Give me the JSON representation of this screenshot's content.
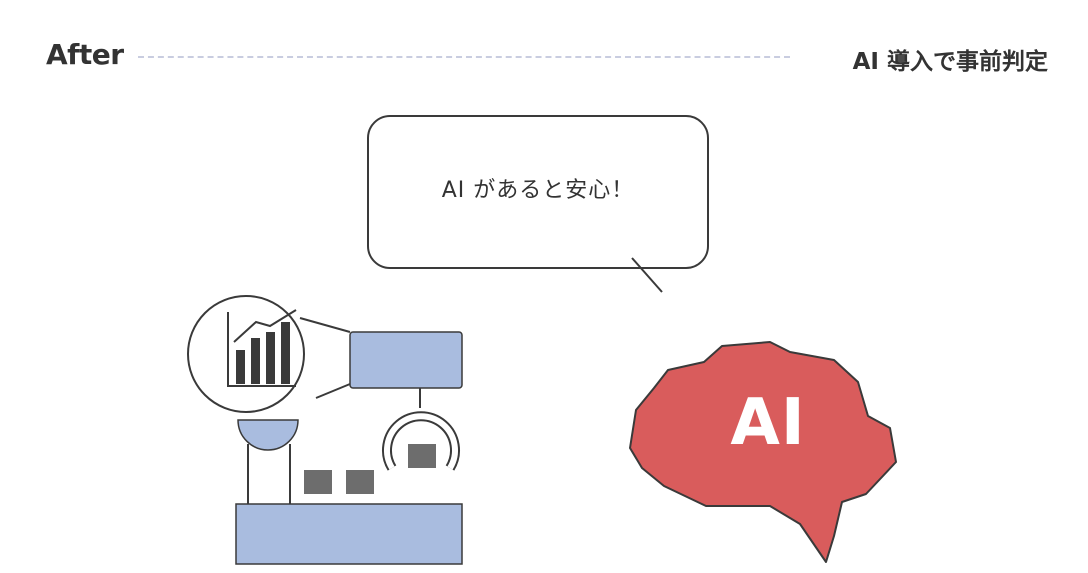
{
  "header": {
    "left_label": "After",
    "right_label": "AI 導入で事前判定"
  },
  "bubble": {
    "text": "AI があると安心！"
  },
  "brain": {
    "label": "AI"
  },
  "colors": {
    "machine_blue": "#a9bcdf",
    "brain_red": "#d95c5c",
    "outline": "#3a3a3a",
    "block_gray": "#6d6d6d",
    "dash_line": "#c9cde0"
  }
}
